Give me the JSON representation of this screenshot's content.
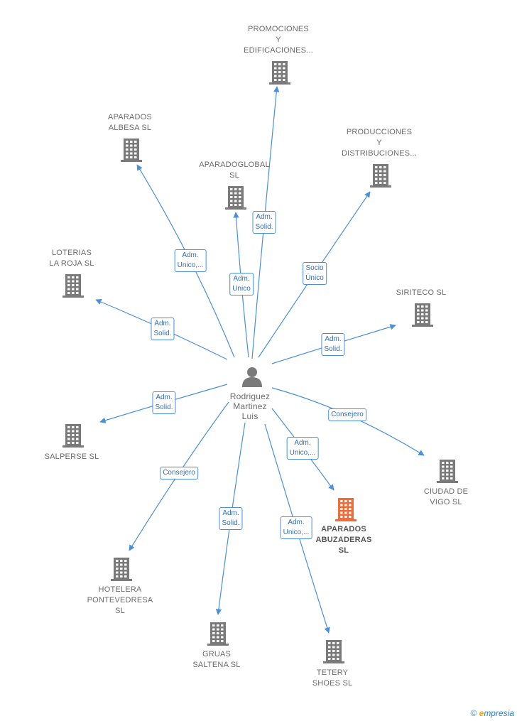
{
  "colors": {
    "edge": "#4a8fd8",
    "building": "#7a7a7a",
    "highlight_building": "#f26b3a",
    "person": "#7a7a7a"
  },
  "center": {
    "name": "Rodriguez\nMartinez\nLuis",
    "icon": "person-icon"
  },
  "nodes": [
    {
      "id": "promociones",
      "label": "PROMOCIONES\nY\nEDIFICACIONES...",
      "icon": "building-icon",
      "highlight": false
    },
    {
      "id": "aparados-albesa",
      "label": "APARADOS\nALBESA  SL",
      "icon": "building-icon",
      "highlight": false
    },
    {
      "id": "aparadoglobal",
      "label": "APARADOGLOBAL\nSL",
      "icon": "building-icon",
      "highlight": false
    },
    {
      "id": "producciones",
      "label": "PRODUCCIONES\nY\nDISTRIBUCIONES...",
      "icon": "building-icon",
      "highlight": false
    },
    {
      "id": "loterias",
      "label": "LOTERIAS\nLA ROJA SL",
      "icon": "building-icon",
      "highlight": false
    },
    {
      "id": "siriteco",
      "label": "SIRITECO SL",
      "icon": "building-icon",
      "highlight": false
    },
    {
      "id": "salperse",
      "label": "SALPERSE SL",
      "icon": "building-icon",
      "highlight": false
    },
    {
      "id": "ciudad-vigo",
      "label": "CIUDAD DE\nVIGO  SL",
      "icon": "building-icon",
      "highlight": false
    },
    {
      "id": "aparados-abuzaderas",
      "label": "APARADOS\nABUZADERAS\nSL",
      "icon": "building-icon",
      "highlight": true
    },
    {
      "id": "hotelera",
      "label": "HOTELERA\nPONTEVEDRESA\nSL",
      "icon": "building-icon",
      "highlight": false
    },
    {
      "id": "gruas",
      "label": "GRUAS\nSALTENA SL",
      "icon": "building-icon",
      "highlight": false
    },
    {
      "id": "tetery",
      "label": "TETERY\nSHOES SL",
      "icon": "building-icon",
      "highlight": false
    }
  ],
  "edges": [
    {
      "to": "promociones",
      "label": "Adm.\nSolid."
    },
    {
      "to": "aparados-albesa",
      "label": "Adm.\nUnico,..."
    },
    {
      "to": "aparadoglobal",
      "label": "Adm.\nUnico"
    },
    {
      "to": "producciones",
      "label": "Socio\nÚnico"
    },
    {
      "to": "loterias",
      "label": "Adm.\nSolid."
    },
    {
      "to": "siriteco",
      "label": "Adm.\nSolid."
    },
    {
      "to": "salperse",
      "label": "Adm.\nSolid."
    },
    {
      "to": "ciudad-vigo",
      "label": "Consejero"
    },
    {
      "to": "aparados-abuzaderas",
      "label": "Adm.\nUnico,..."
    },
    {
      "to": "hotelera",
      "label": "Consejero"
    },
    {
      "to": "gruas",
      "label": "Adm.\nSolid."
    },
    {
      "to": "tetery",
      "label": "Adm.\nUnico,..."
    }
  ],
  "brand": {
    "copyright_symbol": "©",
    "name_first": "e",
    "name_rest": "mpresia"
  }
}
